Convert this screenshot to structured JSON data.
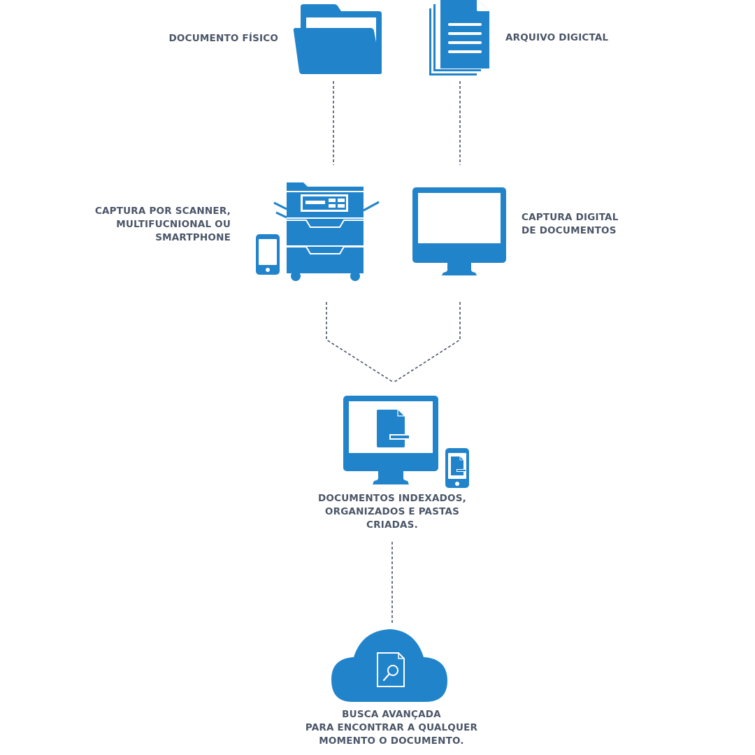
{
  "colors": {
    "accent": "#2184cb",
    "text": "#4a5567",
    "connector": "#4a5567",
    "background": "#ffffff"
  },
  "nodes": {
    "physical_document": {
      "icon": "folder-icon",
      "label_lines": [
        "DOCUMENTO FÍSICO"
      ]
    },
    "digital_file": {
      "icon": "documents-stack-icon",
      "label_lines": [
        "ARQUIVO DIGICTAL"
      ]
    },
    "scanner_capture": {
      "icon": "multifunction-printer-icon",
      "secondary_icon": "smartphone-icon",
      "label_lines": [
        "CAPTURA POR SCANNER,",
        "MULTIFUCNIONAL OU",
        "SMARTPHONE"
      ]
    },
    "digital_capture": {
      "icon": "monitor-icon",
      "label_lines": [
        "CAPTURA DIGITAL",
        "DE DOCUMENTOS"
      ]
    },
    "indexed_documents": {
      "icon": "monitor-document-icon",
      "secondary_icon": "smartphone-document-icon",
      "label_lines": [
        "DOCUMENTOS INDEXADOS,",
        "ORGANIZADOS E PASTAS",
        "CRIADAS."
      ]
    },
    "advanced_search": {
      "icon": "cloud-search-icon",
      "label_lines": [
        "BUSCA AVANÇADA",
        "PARA ENCONTRAR A QUALQUER",
        "MOMENTO O DOCUMENTO."
      ]
    }
  },
  "edges": [
    {
      "from": "physical_document",
      "to": "scanner_capture",
      "style": "dashed"
    },
    {
      "from": "digital_file",
      "to": "digital_capture",
      "style": "dashed"
    },
    {
      "from": "scanner_capture",
      "to": "indexed_documents",
      "style": "dashed"
    },
    {
      "from": "digital_capture",
      "to": "indexed_documents",
      "style": "dashed"
    },
    {
      "from": "indexed_documents",
      "to": "advanced_search",
      "style": "dashed"
    }
  ]
}
